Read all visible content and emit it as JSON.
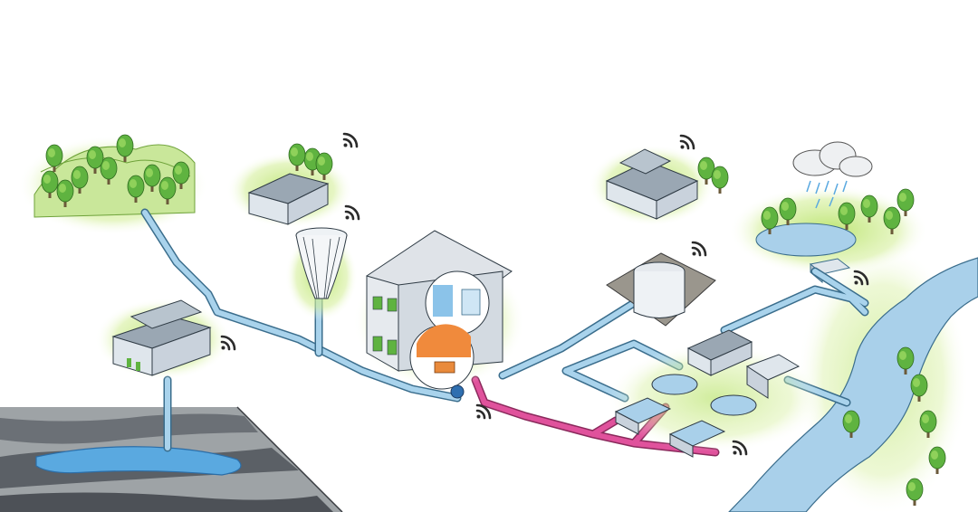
{
  "diagram": {
    "type": "water-cycle-infographic",
    "labels": [],
    "colors": {
      "background": "#ffffff",
      "clean_water_pipe": "#a9d3ec",
      "pipe_outline": "#3a6d8c",
      "waste_water_pipe": "#e0529c",
      "grass": "#9bd14a",
      "tree": "#5fb340",
      "river": "#a9d0ea",
      "ground_dark": "#4d5157",
      "ground_light": "#9ea3a6",
      "aquifer": "#5aa9e0",
      "kitchen": "#f08a3c",
      "bathroom": "#5aa9e0",
      "building": "#c9d2dc",
      "cloud": "#eef0f2"
    },
    "icons": [
      "wifi-signal-icon",
      "rain-cloud-icon",
      "tree-icon"
    ],
    "components": [
      "hills-forest",
      "groundwater-aquifer",
      "pumping-station",
      "office-building",
      "water-tower",
      "house-cutaway",
      "water-meter",
      "reservoir-tank",
      "treatment-plant",
      "modern-building",
      "rain-cloud",
      "pond",
      "river",
      "clean-water-pipe",
      "wastewater-pipe"
    ]
  }
}
